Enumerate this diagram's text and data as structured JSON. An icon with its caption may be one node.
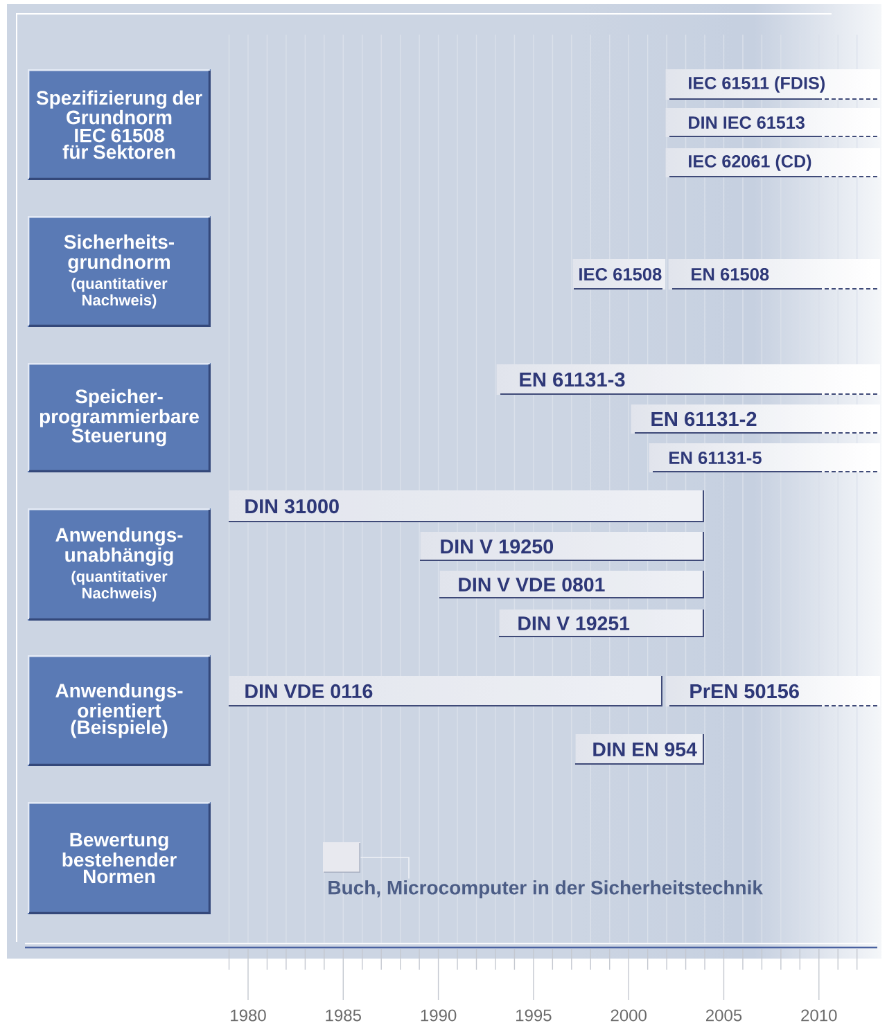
{
  "diagram": {
    "nodes": [
      {
        "text": [
          "Spezifizierung der Grundnorm IEC 61508 für Sektoren"
        ]
      },
      {
        "text": [
          "IEC 61511 (FDIS)"
        ]
      },
      {
        "text": [
          "DIN IEC 61513"
        ]
      },
      {
        "text": [
          "IEC 62061 (CD)"
        ]
      },
      {
        "text": [
          "Sicherheits- grundnorm",
          "(quantitativer Nachweis)"
        ]
      },
      {
        "text": [
          "IEC 61508"
        ]
      },
      {
        "text": [
          "EN 61508"
        ]
      },
      {
        "text": [
          "Speicher- programmierbare Steuerung"
        ]
      },
      {
        "text": [
          "EN 61131-3"
        ]
      },
      {
        "text": [
          "EN 61131-2"
        ]
      },
      {
        "text": [
          "EN 61131-5"
        ]
      },
      {
        "text": [
          "Anwendungs- unabhängig",
          "(quantitativer Nachweis)"
        ]
      },
      {
        "text": [
          "DIN 31000"
        ]
      },
      {
        "text": [
          "DIN V 19250"
        ]
      },
      {
        "text": [
          "DIN V VDE 0801"
        ]
      },
      {
        "text": [
          "DIN V 19251"
        ]
      },
      {
        "text": [
          "Anwendungs- orientiert (Beispiele)"
        ]
      },
      {
        "text": [
          "DIN VDE 0116"
        ]
      },
      {
        "text": [
          "PrEN 50156"
        ]
      },
      {
        "text": [
          "DIN EN 954"
        ]
      },
      {
        "text": [
          "Bewertung bestehender Normen"
        ]
      },
      {
        "text": [],
        "shape": "box"
      },
      {
        "text": [
          "Buch, Microcomputer in der Sicherheitstechnik"
        ]
      }
    ],
    "edges": [
      {
        "from": 22,
        "to": 21,
        "arrow": "none"
      }
    ],
    "labels": [
      "1980",
      "1985",
      "1990",
      "1995",
      "2000",
      "2005",
      "2010"
    ]
  }
}
